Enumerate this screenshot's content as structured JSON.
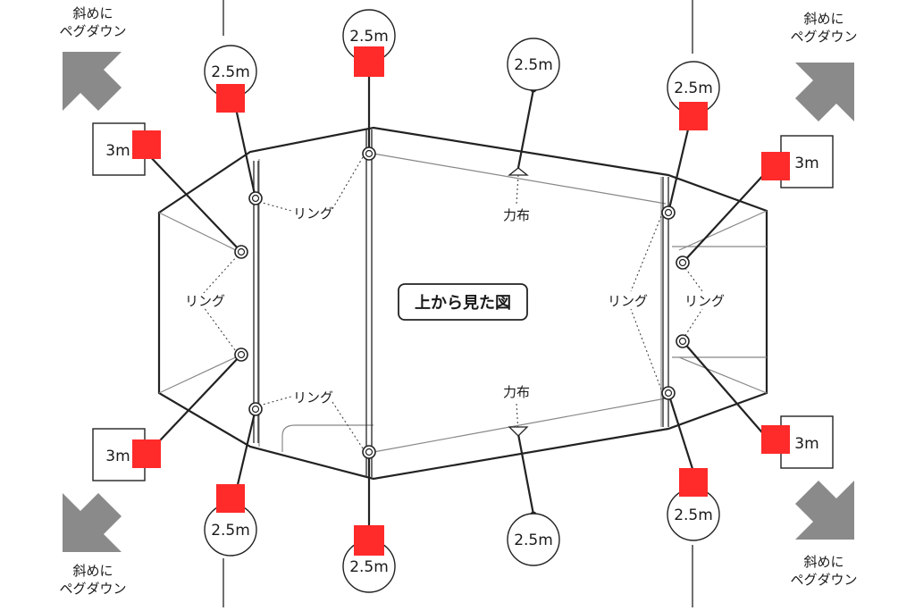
{
  "title": "上から見た図",
  "labels": {
    "ring": "リング",
    "reinforcement": "力布",
    "diagonal_peg_line1": "斜めに",
    "diagonal_peg_line2": "ペグダウン"
  },
  "distances": {
    "pole_line": "2.5m",
    "side_square": "3m"
  },
  "colors": {
    "peg": "#ff2a2a",
    "arrow": "#8a8a8a",
    "outline": "#222222"
  },
  "icons": [
    "diagonal-arrow-icon",
    "peg-marker-icon",
    "ring-icon"
  ]
}
